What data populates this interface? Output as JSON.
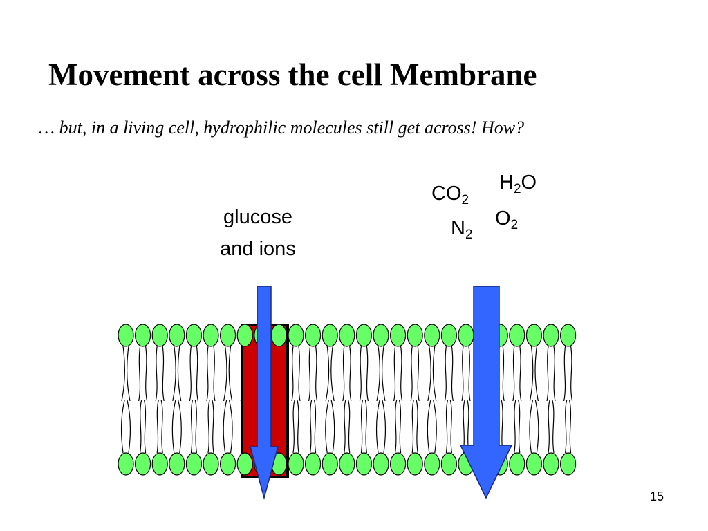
{
  "slide": {
    "title": "Movement across the cell Membrane",
    "subtitle": "… but, in a living cell, hydrophilic molecules still get across!  How?",
    "page_number": "15"
  },
  "labels": {
    "glucose_line1": "glucose",
    "glucose_line2": "and ions",
    "co2": {
      "base": "CO",
      "sub": "2"
    },
    "h2o": {
      "pre": "H",
      "sub": "2",
      "post": "O"
    },
    "o2": {
      "base": "O",
      "sub": "2"
    },
    "n2": {
      "base": "N",
      "sub": "2"
    }
  },
  "colors": {
    "phospholipid_head": "#66ff66",
    "head_outline": "#000000",
    "channel_protein": "#cc0000",
    "arrow": "#3366ff",
    "arrow_outline": "#1a2a80"
  }
}
